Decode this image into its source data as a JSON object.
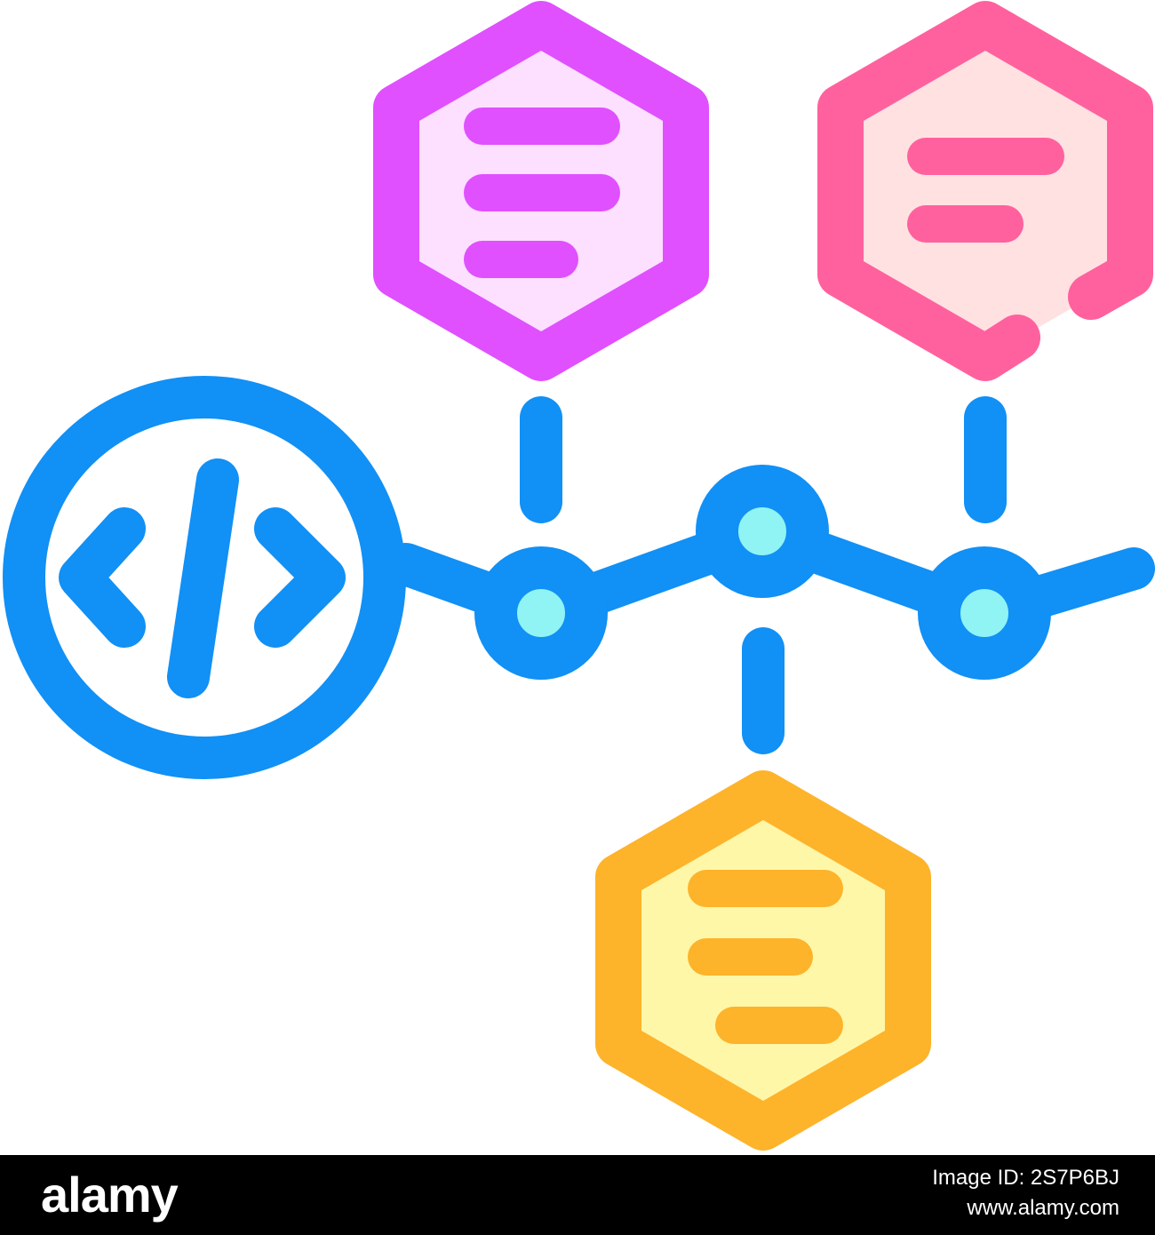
{
  "illustration": {
    "subject": "code-modules-network-icon",
    "colors": {
      "blue": "#1190f5",
      "node_fill": "#90f4f4",
      "purple": "#e050ff",
      "purple_fill": "#fde0ff",
      "pink": "#ff619e",
      "pink_fill": "#ffe1e1",
      "orange": "#fdb32a",
      "orange_fill": "#fff7a8"
    },
    "icons": [
      "code-circle-icon",
      "network-node-icon",
      "purple-hexagon-document-icon",
      "pink-hexagon-document-icon",
      "orange-hexagon-document-icon"
    ]
  },
  "footer": {
    "brand": "alamy",
    "image_id": "Image ID: 2S7P6BJ",
    "url": "www.alamy.com"
  }
}
